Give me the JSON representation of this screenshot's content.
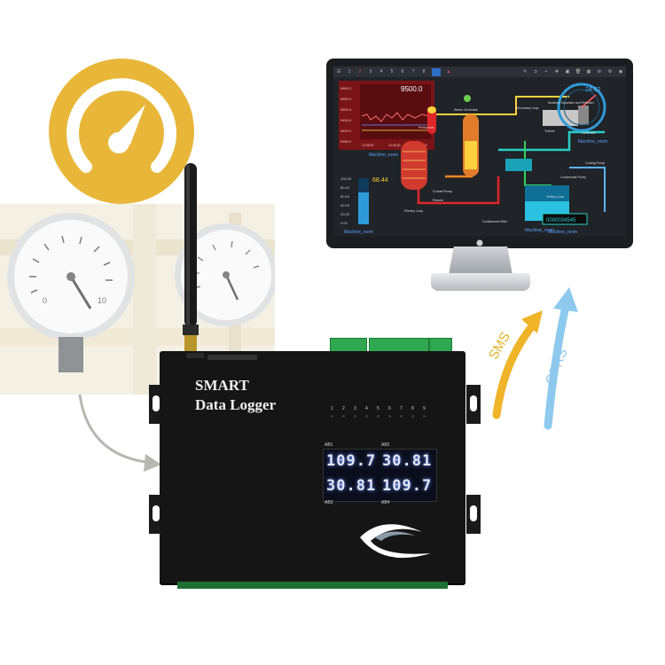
{
  "device": {
    "title_line1": "SMART",
    "title_line2": "Data Logger",
    "channel_labels": [
      "AB1",
      "AB2",
      "AB3",
      "AB4"
    ],
    "readings": [
      "109.7",
      "30.81",
      "30.81",
      "109.7"
    ],
    "led_numbers": [
      "1",
      "2",
      "3",
      "4",
      "5",
      "6",
      "7",
      "8",
      "9"
    ]
  },
  "links": {
    "sms": "SMS",
    "gprs": "GPRS"
  },
  "scada": {
    "toolbar_numbers": [
      "1",
      "2",
      "3",
      "4",
      "5",
      "6",
      "7",
      "8"
    ],
    "chart_value": "9500.0",
    "y_ticks": [
      "9600.0",
      "9550.0",
      "9500.0",
      "9450.0",
      "9400.0",
      "9350.0"
    ],
    "x_ticks": [
      "12:38:00",
      "12:45:00",
      "12:58:00"
    ],
    "chart_caption": "Machine_room",
    "left_level_value": "68.44",
    "left_axis": [
      "100.00",
      "80.00",
      "60.00",
      "40.00",
      "20.00",
      "0.00"
    ],
    "left_caption": "Machine_room",
    "gauge_value": "24.62",
    "gauge_caption": "Machine_room",
    "counter_value": "0000034545",
    "counter_caption": "Machine_room",
    "tank_caption": "Machine_room",
    "component_labels": [
      "Pressurizer",
      "Steam Generator",
      "Coolant Pump",
      "Reactor",
      "Primary Loop",
      "Containment Wall",
      "Secondary Loop",
      "Turbine",
      "Generator",
      "Moisture Separator and Reheater",
      "Condensate Pump",
      "Tertiary Loop",
      "Cooling Pump"
    ]
  },
  "colors": {
    "gauge_yellow": "#e8b73a",
    "sms_yellow": "#f0b429",
    "gprs_blue": "#8ec9ee",
    "terminal_green": "#2fa84f",
    "device_black": "#151515"
  }
}
